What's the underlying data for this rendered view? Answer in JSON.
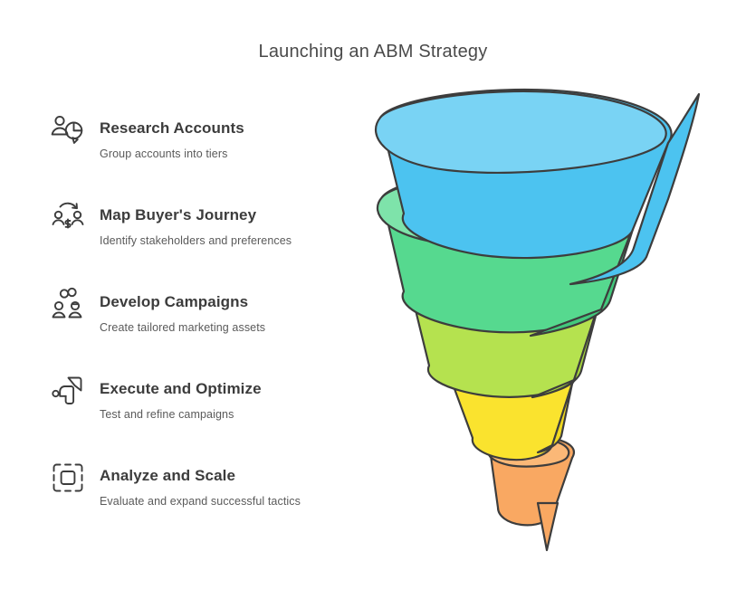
{
  "header": {
    "title": "Launching an ABM Strategy"
  },
  "steps": [
    {
      "icon": "person-pie-chart-icon",
      "title": "Research Accounts",
      "description": "Group accounts into tiers"
    },
    {
      "icon": "people-exchange-dollar-icon",
      "title": "Map Buyer's Journey",
      "description": "Identify stakeholders and preferences"
    },
    {
      "icon": "two-people-network-icon",
      "title": "Develop Campaigns",
      "description": "Create tailored marketing assets"
    },
    {
      "icon": "cursor-flow-icon",
      "title": "Execute and Optimize",
      "description": "Test and refine campaigns"
    },
    {
      "icon": "scan-frame-icon",
      "title": "Analyze and Scale",
      "description": "Evaluate and expand successful tactics"
    }
  ],
  "funnel": {
    "name": "spiral-funnel-graphic",
    "outline_color": "#3d3d3d",
    "bands": [
      {
        "label": "Research Accounts",
        "color": "#4cc3f0",
        "color_dark": "#35b4e6"
      },
      {
        "label": "Map Buyer's Journey",
        "color": "#56d98f",
        "color_dark": "#3fcb7d"
      },
      {
        "label": "Develop Campaigns",
        "color": "#b5e24f",
        "color_dark": "#a3d63c"
      },
      {
        "label": "Execute and Optimize",
        "color": "#fae32e",
        "color_dark": "#efd61c"
      },
      {
        "label": "Analyze and Scale",
        "color": "#f9a862",
        "color_dark": "#f19murky"
      }
    ]
  },
  "colors": {
    "background": "#ffffff",
    "title_text": "#4a4a4a",
    "step_title_text": "#3c3c3c",
    "step_desc_text": "#5a5a5a",
    "icon_stroke": "#3c3c3c"
  }
}
